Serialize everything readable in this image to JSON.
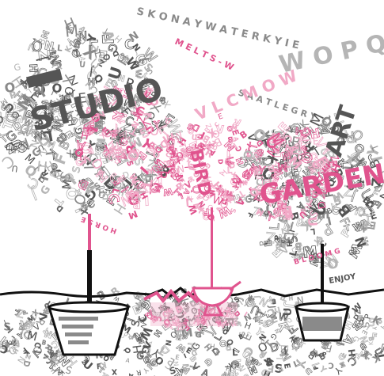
{
  "artwork": {
    "words": {
      "studio": "STUDIO",
      "bird": "BIRD",
      "garden": "GARDEN",
      "art": "ART",
      "enjoy": "ENJOY",
      "sky_ribbon": "S K O N A Y W A T E R K Y I E",
      "sky_ribbon_2": "S A A T L E G R Y",
      "sky_ribbon_3": "M E L T S - W",
      "sky_big": "W O P Q",
      "sky_mid": "V L C M O W",
      "branch_left": "H O R S E",
      "branch_right": "B L O O M G"
    },
    "colors": {
      "dark_gray": "#555555",
      "mid_gray": "#8a8a8a",
      "light_gray": "#b5b5b5",
      "pink": "#e0548e",
      "light_pink": "#f1a9c6",
      "black": "#111111"
    }
  }
}
